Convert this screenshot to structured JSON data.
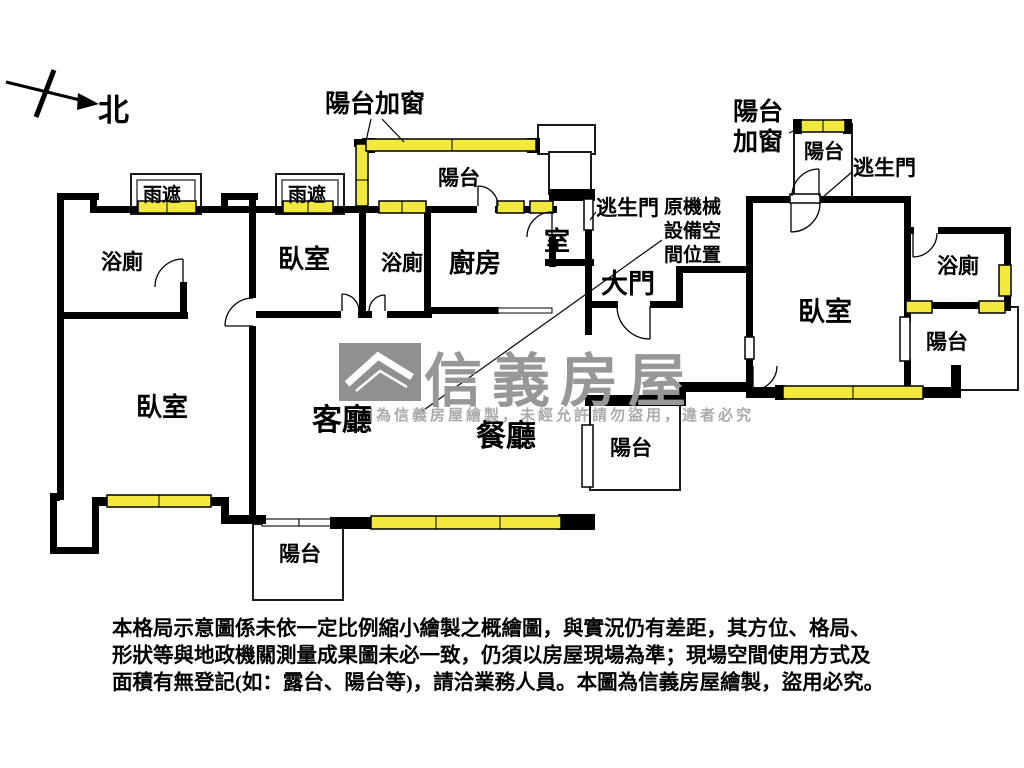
{
  "meta": {
    "kind": "real-estate floor plan"
  },
  "colors": {
    "wall": "#000000",
    "window_fill": "#f2e93c",
    "thin_outline": "#1a1a1a",
    "watermark_gray": "#979797",
    "watermark_logo_gray": "#909090",
    "notice_gray": "#ababab"
  },
  "compass": {
    "north": "北"
  },
  "labels": {
    "balcony_window_top": "陽台加窗",
    "balcony_window_topright": "陽台\n加窗",
    "rain_shelter_1": "雨遮",
    "rain_shelter_2": "雨遮",
    "balcony_top": "陽台",
    "balcony_topright": "陽台",
    "escape_door_topright": "逃生門",
    "escape_door_center": "逃生門",
    "mech_space": "原機械\n設備空\n間位置",
    "main_gate": "大門",
    "bath_left": "浴廁",
    "bed_center_left": "臥室",
    "bath_center": "浴廁",
    "kitchen": "廚房",
    "small_room": "室",
    "bed_left": "臥室",
    "living_room": "客廳",
    "dining_room": "餐廳",
    "balcony_dining": "陽台",
    "bed_right": "臥室",
    "bath_right": "浴廁",
    "balcony_right": "陽台",
    "balcony_bottom": "陽台"
  },
  "watermark": {
    "brand": "信義房屋",
    "notice": "圖為信義房屋繪製，未經允許請勿盜用，違者必究"
  },
  "disclaimer": {
    "line1": "本格局示意圖係未依一定比例縮小繪製之概繪圖，與實況仍有差距，其方位、格局、",
    "line2": "形狀等與地政機關測量成果圖未必一致，仍須以房屋現場為準；現場空間使用方式及",
    "line3": "面積有無登記(如：露台、陽台等)，請洽業務人員。本圖為信義房屋繪製，盜用必究。"
  }
}
